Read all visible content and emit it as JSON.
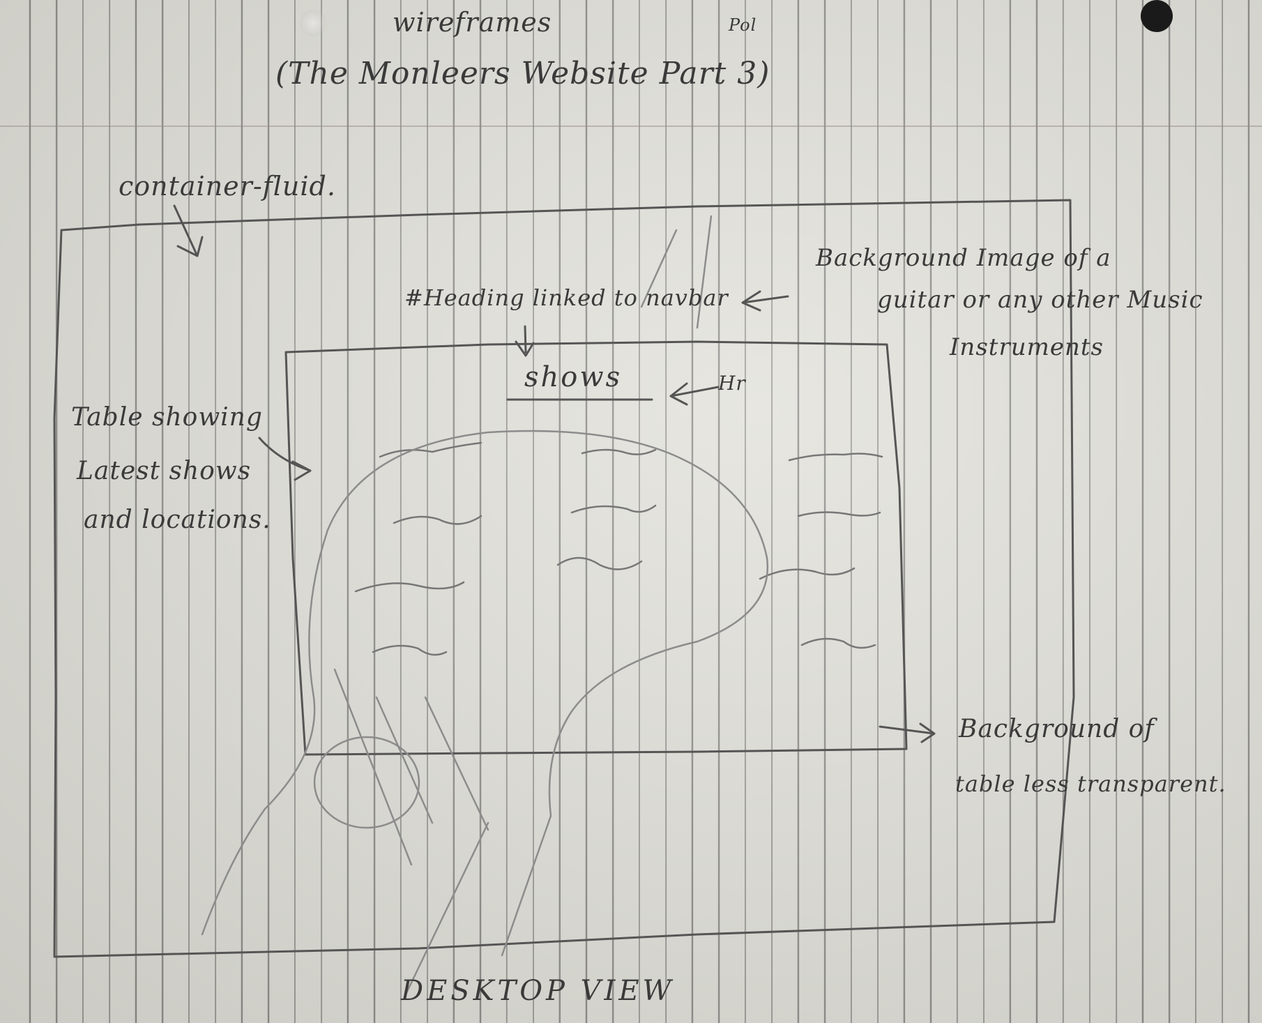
{
  "title": "wireframes",
  "corner_note": "Pol",
  "subtitle": "(The Monleers Website Part 3)",
  "labels": {
    "container": "container-fluid.",
    "heading_note": "#Heading linked to navbar",
    "shows": "shows",
    "hr": "Hr",
    "background_image_1": "Background Image of a",
    "background_image_2": "guitar or any other Music",
    "background_image_3": "Instruments",
    "table_1": "Table showing",
    "table_2": "Latest shows",
    "table_3": "and locations.",
    "table_bg_1": "Background of",
    "table_bg_2": "table less transparent.",
    "view": "DESKTOP VIEW"
  },
  "colors": {
    "paper": "#e2e1da",
    "pencil": "#3a3a3a",
    "rule": "#5a5a5a"
  }
}
